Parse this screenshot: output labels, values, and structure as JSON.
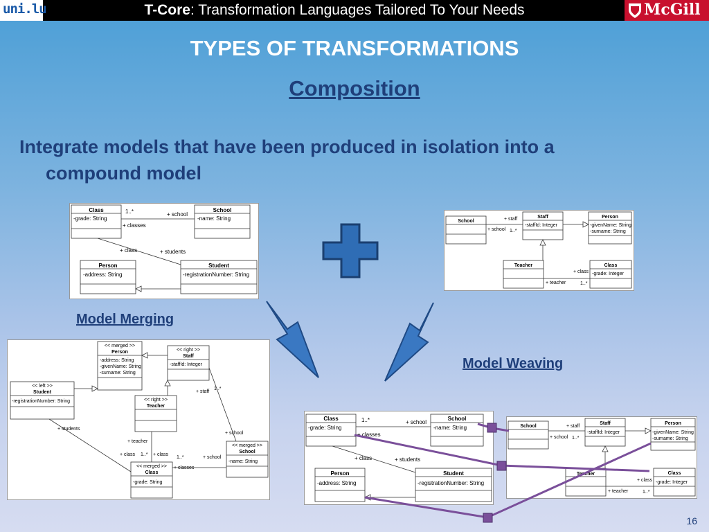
{
  "header": {
    "logo_left": "uni.lu",
    "title_bold": "T-Core",
    "title_rest": ": Transformation Languages Tailored To Your Needs",
    "logo_right": "McGill"
  },
  "slide": {
    "title": "TYPES OF TRANSFORMATIONS",
    "subtitle": "Composition",
    "bullet_line1": "Integrate models that have been produced in isolation into a",
    "bullet_line2": "compound model",
    "caption_merging": "Model Merging",
    "caption_weaving": "Model Weaving",
    "page_number": "16"
  },
  "model_a": {
    "class_title": "Class",
    "class_attr": "-grade: String",
    "school_title": "School",
    "school_attr": "-name: String",
    "person_title": "Person",
    "person_attr": "-address: String",
    "student_title": "Student",
    "student_attr": "-registrationNumber: String",
    "mult_1": "1..*",
    "role_school": "+ school",
    "role_classes": "+ classes",
    "role_class": "+ class",
    "role_students": "+ students"
  },
  "model_b": {
    "school_title": "School",
    "staff_title": "Staff",
    "staff_attr": "-staffId: Integer",
    "person_title": "Person",
    "person_attr1": "-givenName: String",
    "person_attr2": "-surname: String",
    "teacher_title": "Teacher",
    "class_title": "Class",
    "class_attr": "-grade: Integer",
    "role_staff": "+ staff",
    "role_school": "+ school",
    "mult_1": "1..*",
    "role_class": "+ class",
    "role_teacher": "+ teacher",
    "mult_2": "1..*"
  },
  "model_merged": {
    "person_stereo": "<< merged >>",
    "person_title": "Person",
    "person_attr1": "-address: String",
    "person_attr2": "-givenName: String",
    "person_attr3": "-surname: String",
    "staff_stereo": "<< right >>",
    "staff_title": "Staff",
    "staff_attr": "-staffId: Integer",
    "student_stereo": "<< left >>",
    "student_title": "Student",
    "student_attr": "-registrationNumber: String",
    "teacher_stereo": "<< right >>",
    "teacher_title": "Teacher",
    "school_stereo": "<< merged >>",
    "school_title": "School",
    "school_attr": "-name: String",
    "class_stereo": "<< merged >>",
    "class_title": "Class",
    "class_attr": "-grade: String",
    "role_staff": "+ staff",
    "mult_staff": "1..*",
    "role_students": "+ students",
    "role_school": "+ school",
    "role_teacher": "+ teacher",
    "role_class1": "+ class",
    "mult_a": "1..*",
    "role_class2": "+ class",
    "mult_b": "1..*",
    "role_school2": "+ school",
    "role_classes": "+ classes"
  },
  "colors": {
    "title_text": "#ffffff",
    "body_text": "#1f3f7a",
    "plus_fill": "#2f6db5",
    "arrow_fill": "#3a78c2",
    "weave_link": "#7a4f9a",
    "mcgill_red": "#c8102e"
  },
  "icons": [
    "plus-icon",
    "arrow-down-right-icon",
    "arrow-down-left-icon",
    "shield-icon"
  ]
}
